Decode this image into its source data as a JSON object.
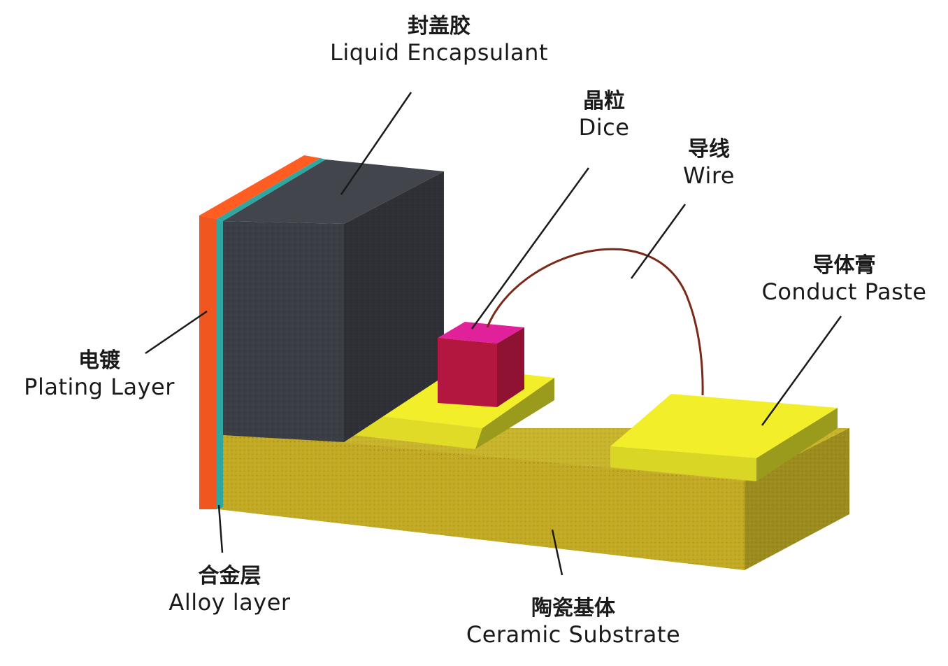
{
  "labels": {
    "liquid_encapsulant": {
      "zh": "封盖胶",
      "en": "Liquid Encapsulant"
    },
    "dice": {
      "zh": "晶粒",
      "en": "Dice"
    },
    "wire": {
      "zh": "导线",
      "en": "Wire"
    },
    "conduct_paste": {
      "zh": "导体膏",
      "en": "Conduct Paste"
    },
    "plating_layer": {
      "zh": "电镀",
      "en": "Plating Layer"
    },
    "alloy_layer": {
      "zh": "合金层",
      "en": "Alloy layer"
    },
    "ceramic_substrate": {
      "zh": "陶瓷基体",
      "en": "Ceramic Substrate"
    }
  },
  "colors": {
    "plating": "#f0561f",
    "alloy": "#2fa6a0",
    "encapsulant": "#3b3e44",
    "dice_top": "#e0219a",
    "dice_front": "#b3173f",
    "paste_top": "#f2ee2a",
    "paste_side": "#9a9a1c",
    "substrate_top": "#c9b52c",
    "substrate_front": "#c2aa24",
    "substrate_side": "#9c8c1e",
    "wire": "#7a2a1a",
    "leader": "#1a1a1a"
  }
}
